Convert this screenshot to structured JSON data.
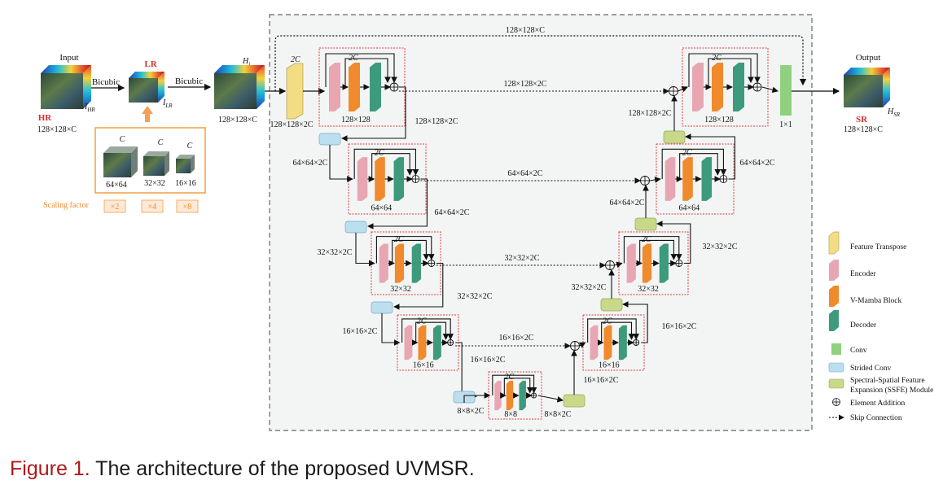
{
  "colors": {
    "encoder": "#e8a6b3",
    "mamba": "#f08a2c",
    "decoder": "#3d9a7c",
    "conv": "#8fd17e",
    "strided": "#bcdff0",
    "ssfe": "#c8d98a",
    "transpose": "#f3dd84",
    "dashed_box": "#e0393b",
    "scale_box": "#f0a040",
    "scale_fill": "#fde9d9"
  },
  "input": {
    "title": "Input",
    "hr": "HR",
    "hr_sym": "I",
    "hr_sub": "HR",
    "size": "128×128×C",
    "size_c": "C"
  },
  "bicubic1": "Bicubic",
  "bicubic2": "Bicubic",
  "lr": {
    "title": "LR",
    "sym": "I",
    "sub": "LR"
  },
  "hi": {
    "sym": "H",
    "sub": "i",
    "size": "128×128×C"
  },
  "scale": {
    "c_label": "C",
    "cubes": [
      "64×64",
      "32×32",
      "16×16"
    ],
    "factor_label": "Scaling factor",
    "factors": [
      "×2",
      "×4",
      "×8"
    ]
  },
  "transpose": {
    "c": "2C",
    "size": "128×128×2C"
  },
  "top_skip": "128×128×C",
  "levels": [
    {
      "size_inner": "128×128",
      "skip": "128×128×2C",
      "down": "128×128×2C",
      "c": "2C"
    },
    {
      "size_inner": "64×64",
      "skip": "64×64×2C",
      "left": "64×64×2C",
      "down": "64×64×2C",
      "c": "2C"
    },
    {
      "size_inner": "32×32",
      "skip": "32×32×2C",
      "left": "32×32×2C",
      "down": "32×32×2C",
      "c": "2C"
    },
    {
      "size_inner": "16×16",
      "skip": "16×16×2C",
      "left": "16×16×2C",
      "down": "16×16×2C",
      "c": "2C"
    },
    {
      "size_inner": "8×8",
      "left": "8×8×2C",
      "right": "8×8×2C",
      "c": "2C"
    }
  ],
  "decoder_levels": [
    {
      "size_inner": "128×128",
      "c": "2C",
      "up": "128×128×2C"
    },
    {
      "size_inner": "64×64",
      "c": "2C",
      "right": "64×64×2C",
      "up": "64×64×2C"
    },
    {
      "size_inner": "32×32",
      "c": "2C",
      "right": "32×32×2C",
      "up": "32×32×2C"
    },
    {
      "size_inner": "16×16",
      "c": "2C",
      "right": "16×16×2C",
      "up": "16×16×2C"
    }
  ],
  "conv_label": "1×1",
  "output": {
    "title": "Output",
    "sym": "H",
    "sub": "SR",
    "sr": "SR",
    "size": "128×128×C"
  },
  "legend": [
    {
      "icon": "feature-transpose-icon",
      "label": "Feature Transpose"
    },
    {
      "icon": "encoder-icon",
      "label": "Encoder"
    },
    {
      "icon": "v-mamba-icon",
      "label": "V-Mamba Block"
    },
    {
      "icon": "decoder-icon",
      "label": "Decoder"
    },
    {
      "icon": "conv-icon",
      "label": "Conv"
    },
    {
      "icon": "strided-conv-icon",
      "label": "Strided Conv"
    },
    {
      "icon": "ssfe-icon",
      "label": "Spectral-Spatial Feature",
      "label2": "Expansion (SSFE) Module"
    },
    {
      "icon": "element-addition-icon",
      "label": "Element Addition"
    },
    {
      "icon": "skip-connection-icon",
      "label": "Skip Connection"
    }
  ],
  "caption": {
    "label": "Figure 1.",
    "text": "The architecture of the proposed UVMSR."
  }
}
